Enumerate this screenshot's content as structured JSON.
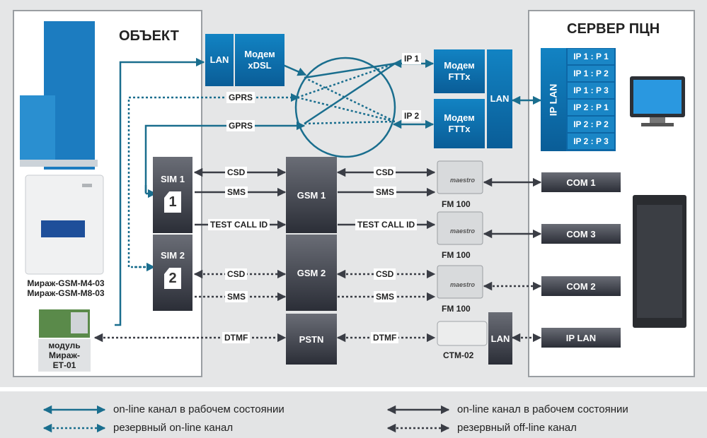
{
  "object_panel": {
    "title": "ОБЪЕКТ"
  },
  "server_panel": {
    "title": "СЕРВЕР ПЦН"
  },
  "network": {
    "lan": "LAN",
    "modem_xdsl": [
      "Модем",
      "xDSL"
    ],
    "modem_fttx_1": [
      "Модем",
      "FTTx"
    ],
    "modem_fttx_2": [
      "Модем",
      "FTTx"
    ],
    "fttx_lan": "LAN",
    "ip1": "IP 1",
    "ip2": "IP 2",
    "gprs_1": "GPRS",
    "gprs_2": "GPRS"
  },
  "server_ip": {
    "label": "IP LAN",
    "cells": [
      "IP 1 : P 1",
      "IP 1 : P 2",
      "IP 1 : P 3",
      "IP 2 : P 1",
      "IP 2 : P 2",
      "IP 2 : P 3"
    ]
  },
  "sims": {
    "sim1": "SIM 1",
    "sim1_num": "1",
    "sim2": "SIM 2",
    "sim2_num": "2"
  },
  "gsm": {
    "gsm1": "GSM 1",
    "gsm2": "GSM 2",
    "pstn": "PSTN"
  },
  "links": {
    "csd_a": "CSD",
    "sms_a": "SMS",
    "test_call_a": "TEST CALL ID",
    "csd_b": "CSD",
    "sms_b": "SMS",
    "dtmf_a": "DTMF",
    "csd_c": "CSD",
    "sms_c": "SMS",
    "test_call_c": "TEST CALL ID",
    "csd_d": "CSD",
    "sms_d": "SMS",
    "dtmf_d": "DTMF"
  },
  "modems": {
    "fm1": "FM 100",
    "fm2": "FM 100",
    "fm3": "FM 100",
    "ctm": "CTM-02",
    "ctm_lan": "LAN",
    "fm_brand": "maestro"
  },
  "com": {
    "com1": "COM 1",
    "com3": "COM 3",
    "com2": "COM 2",
    "iplan": "IP LAN"
  },
  "devices": {
    "panel_caption": [
      "Мираж-GSM-M4-03",
      "Мираж-GSM-M8-03"
    ],
    "module_caption": [
      "модуль",
      "Мираж-",
      "ЕТ-01"
    ]
  },
  "legend": [
    {
      "text": "on-line канал в рабочем состоянии",
      "style": "solid",
      "color": "#1a6e8e"
    },
    {
      "text": "резервный on-line канал",
      "style": "dotted",
      "color": "#1a6e8e"
    },
    {
      "text": "on-line канал в рабочем состоянии",
      "style": "solid",
      "color": "#3a3d45"
    },
    {
      "text": "резервный off-line канал",
      "style": "dotted",
      "color": "#3a3d45"
    }
  ],
  "colors": {
    "teal": "#1a6e8e",
    "dark": "#3a3d45",
    "blue": "#1283c3"
  }
}
